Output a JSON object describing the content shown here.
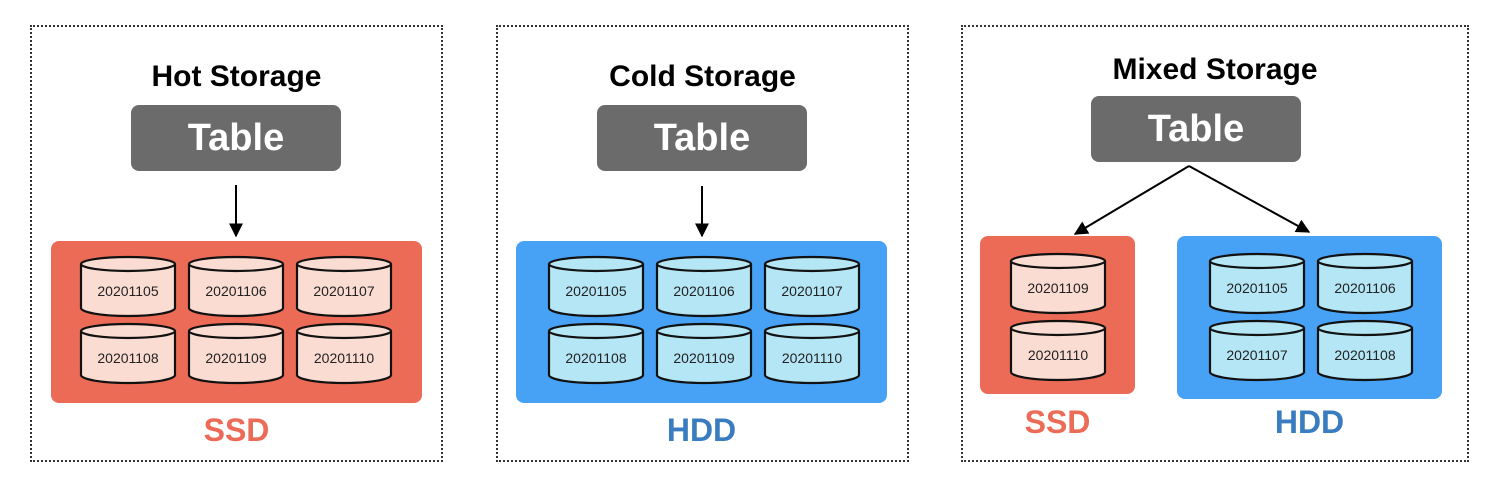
{
  "panels": [
    {
      "title": "Hot Storage",
      "table_label": "Table",
      "storage": [
        {
          "kind": "SSD",
          "partitions": [
            "20201105",
            "20201106",
            "20201107",
            "20201108",
            "20201109",
            "20201110"
          ]
        }
      ]
    },
    {
      "title": "Cold Storage",
      "table_label": "Table",
      "storage": [
        {
          "kind": "HDD",
          "partitions": [
            "20201105",
            "20201106",
            "20201107",
            "20201108",
            "20201109",
            "20201110"
          ]
        }
      ]
    },
    {
      "title": "Mixed Storage",
      "table_label": "Table",
      "storage": [
        {
          "kind": "SSD",
          "partitions": [
            "20201109",
            "20201110"
          ]
        },
        {
          "kind": "HDD",
          "partitions": [
            "20201105",
            "20201106",
            "20201107",
            "20201108"
          ]
        }
      ]
    }
  ],
  "colors": {
    "ssd_fill": "#ec6b57",
    "hdd_fill": "#47a1f5",
    "ssd_cylinder": "#fbdcd2",
    "hdd_cylinder": "#b5e6f6",
    "table_fill": "#6b6b6b",
    "ssd_text": "#ec6b57",
    "hdd_text": "#3a7cc0"
  }
}
